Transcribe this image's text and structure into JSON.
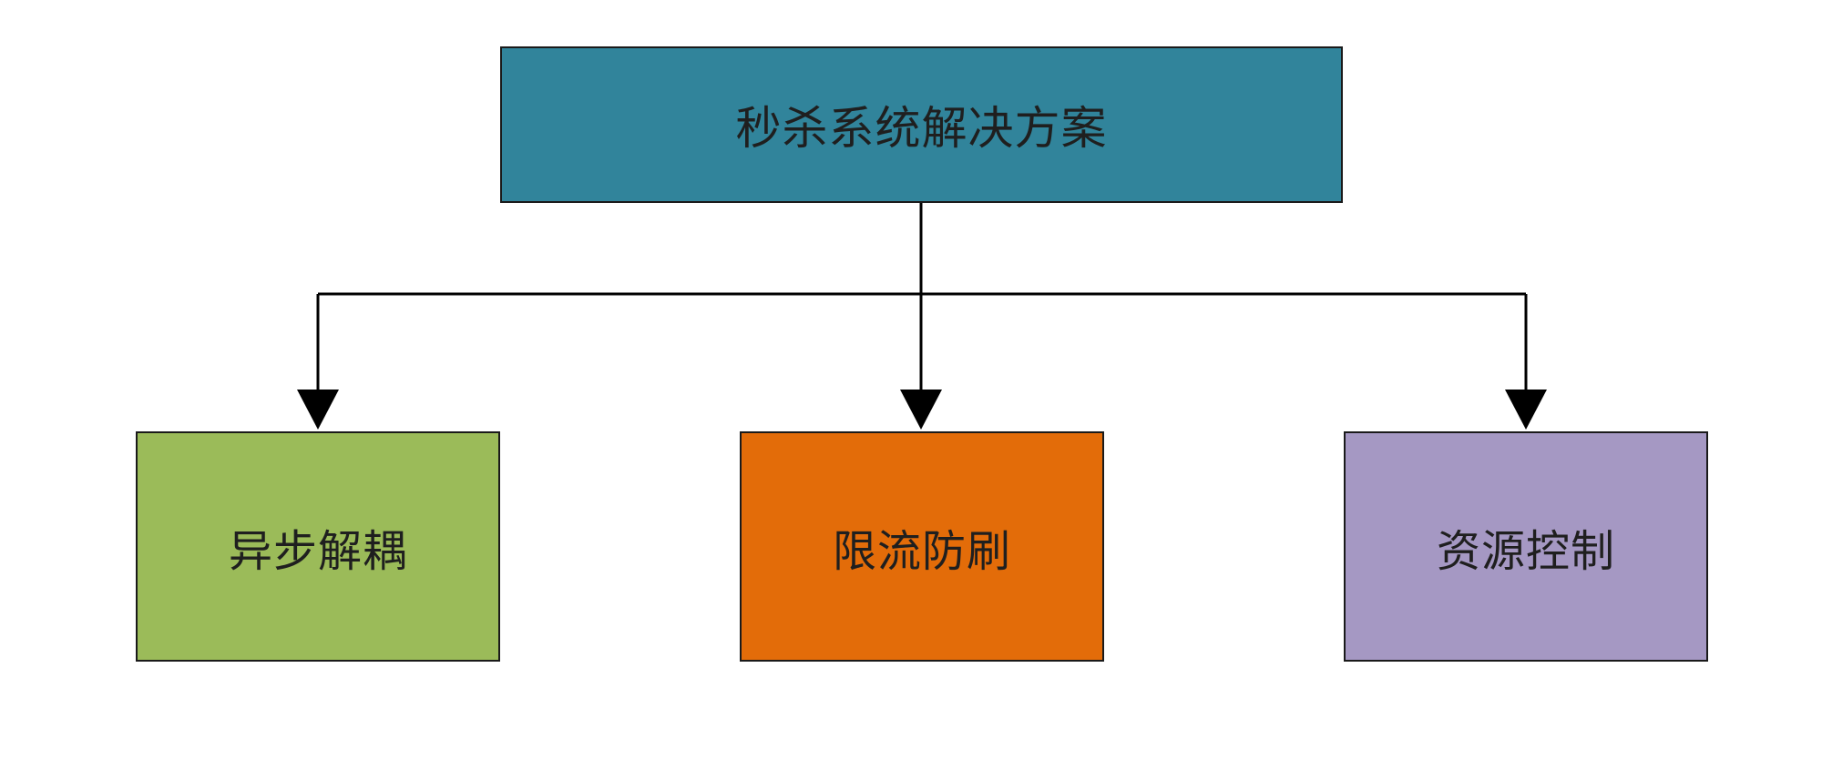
{
  "diagram": {
    "root": {
      "label": "秒杀系统解决方案",
      "color": "#31849b"
    },
    "children": [
      {
        "label": "异步解耦",
        "color": "#9bbb59"
      },
      {
        "label": "限流防刷",
        "color": "#e36c09"
      },
      {
        "label": "资源控制",
        "color": "#a598c3"
      }
    ]
  }
}
